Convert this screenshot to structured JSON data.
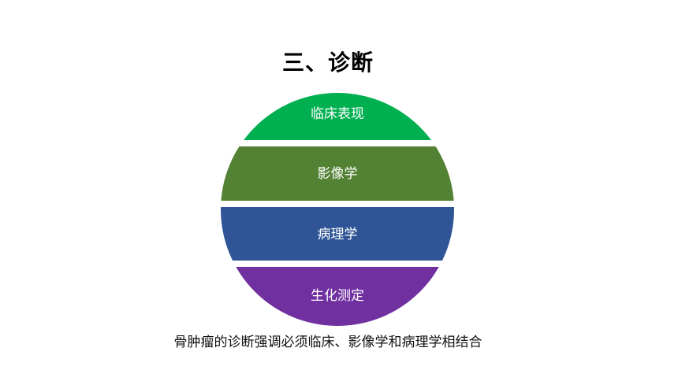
{
  "title": "三、诊断",
  "layers": [
    {
      "label": "临床表现",
      "color": "#00B050"
    },
    {
      "label": "影像学",
      "color": "#548235"
    },
    {
      "label": "病理学",
      "color": "#2F5597"
    },
    {
      "label": "生化测定",
      "color": "#7030A0"
    }
  ],
  "caption": "骨肿瘤的诊断强调必须临床、影像学和病理学相结合"
}
